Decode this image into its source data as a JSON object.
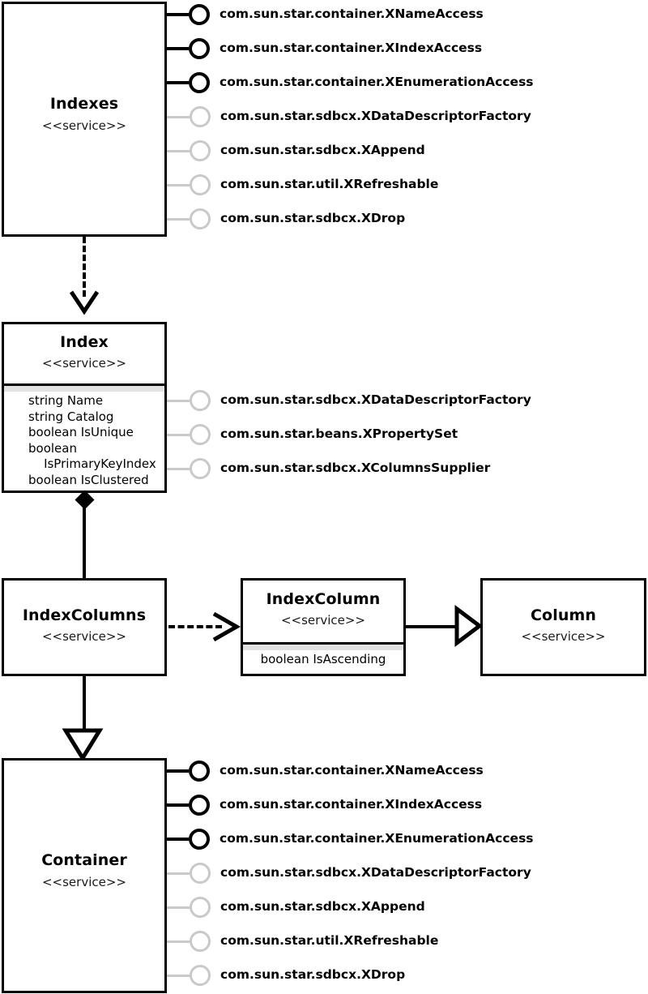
{
  "diagram": {
    "title": "Indexes service UML diagram",
    "stereotype": "<<service>>",
    "colors": {
      "line": "#000000",
      "muted_line": "#c9c9c9",
      "attr_band": "#e2e2e2",
      "background": "#ffffff"
    }
  },
  "boxes": {
    "indexes": {
      "name": "Indexes",
      "stereotype": "<<service>>"
    },
    "index": {
      "name": "Index",
      "stereotype": "<<service>>",
      "attributes": [
        "string Name",
        "string Catalog",
        "boolean IsUnique",
        "boolean",
        "    IsPrimaryKeyIndex",
        "boolean IsClustered"
      ]
    },
    "index_columns": {
      "name": "IndexColumns",
      "stereotype": "<<service>>"
    },
    "index_column": {
      "name": "IndexColumn",
      "stereotype": "<<service>>",
      "attributes": [
        "boolean IsAscending"
      ]
    },
    "column": {
      "name": "Column",
      "stereotype": "<<service>>"
    },
    "container": {
      "name": "Container",
      "stereotype": "<<service>>"
    }
  },
  "interfaces": {
    "indexes": [
      {
        "label": "com.sun.star.container.XNameAccess",
        "emphasis": "strong"
      },
      {
        "label": "com.sun.star.container.XIndexAccess",
        "emphasis": "strong"
      },
      {
        "label": "com.sun.star.container.XEnumerationAccess",
        "emphasis": "strong"
      },
      {
        "label": "com.sun.star.sdbcx.XDataDescriptorFactory",
        "emphasis": "muted"
      },
      {
        "label": "com.sun.star.sdbcx.XAppend",
        "emphasis": "muted"
      },
      {
        "label": "com.sun.star.util.XRefreshable",
        "emphasis": "muted"
      },
      {
        "label": "com.sun.star.sdbcx.XDrop",
        "emphasis": "muted"
      }
    ],
    "index": [
      {
        "label": "com.sun.star.sdbcx.XDataDescriptorFactory",
        "emphasis": "muted"
      },
      {
        "label": "com.sun.star.beans.XPropertySet",
        "emphasis": "muted"
      },
      {
        "label": "com.sun.star.sdbcx.XColumnsSupplier",
        "emphasis": "muted"
      }
    ],
    "container": [
      {
        "label": "com.sun.star.container.XNameAccess",
        "emphasis": "strong"
      },
      {
        "label": "com.sun.star.container.XIndexAccess",
        "emphasis": "strong"
      },
      {
        "label": "com.sun.star.container.XEnumerationAccess",
        "emphasis": "strong"
      },
      {
        "label": "com.sun.star.sdbcx.XDataDescriptorFactory",
        "emphasis": "muted"
      },
      {
        "label": "com.sun.star.sdbcx.XAppend",
        "emphasis": "muted"
      },
      {
        "label": "com.sun.star.util.XRefreshable",
        "emphasis": "muted"
      },
      {
        "label": "com.sun.star.sdbcx.XDrop",
        "emphasis": "muted"
      }
    ]
  },
  "relations": [
    {
      "id": "indexes-to-index",
      "from": "Indexes",
      "to": "Index",
      "kind": "realization-dashed-open-arrow"
    },
    {
      "id": "index-to-indexcolumns",
      "from": "Index",
      "to": "IndexColumns",
      "kind": "composition-filled-diamond"
    },
    {
      "id": "indexcolumns-to-indexcolumn",
      "from": "IndexColumns",
      "to": "IndexColumn",
      "kind": "dependency-dashed-open-arrow"
    },
    {
      "id": "indexcolumn-to-column",
      "from": "IndexColumn",
      "to": "Column",
      "kind": "generalization-hollow-arrow"
    },
    {
      "id": "indexcolumns-to-container",
      "from": "IndexColumns",
      "to": "Container",
      "kind": "generalization-hollow-arrow"
    }
  ]
}
